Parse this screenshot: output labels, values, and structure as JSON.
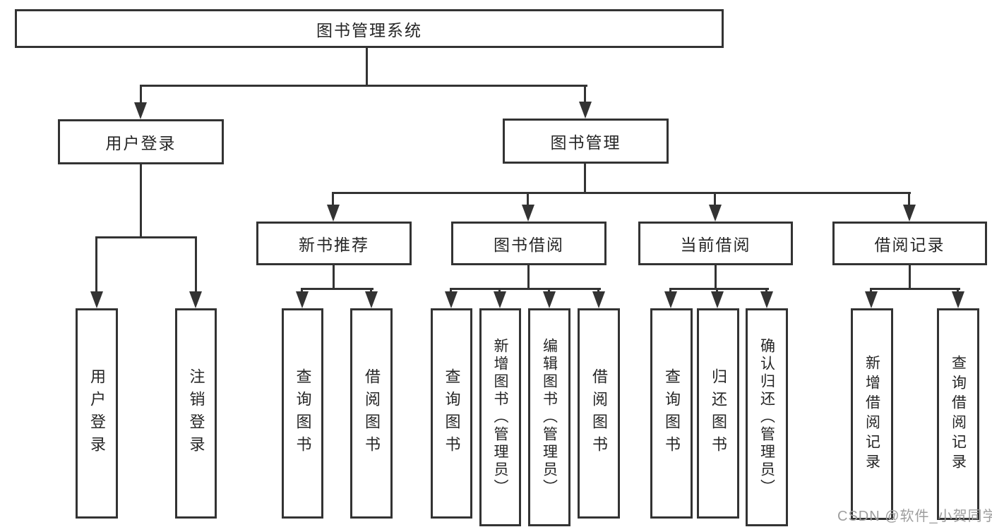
{
  "diagram": {
    "root": "图书管理系统",
    "branches": [
      {
        "label": "用户登录",
        "children": [
          "用户登录",
          "注销登录"
        ]
      },
      {
        "label": "图书管理",
        "groups": [
          {
            "label": "新书推荐",
            "children": [
              "查询图书",
              "借阅图书"
            ]
          },
          {
            "label": "图书借阅",
            "children": [
              "查询图书",
              "新增图书（管理员）",
              "编辑图书（管理员）",
              "借阅图书"
            ]
          },
          {
            "label": "当前借阅",
            "children": [
              "查询图书",
              "归还图书",
              "确认归还（管理员）"
            ]
          },
          {
            "label": "借阅记录",
            "children": [
              "新增借阅记录",
              "查询借阅记录"
            ]
          }
        ]
      }
    ]
  },
  "watermark": "CSDN @软件_小贺同学",
  "colors": {
    "line": "#333333",
    "text": "#262626",
    "watermark": "#9e9e9e",
    "background": "#ffffff"
  }
}
